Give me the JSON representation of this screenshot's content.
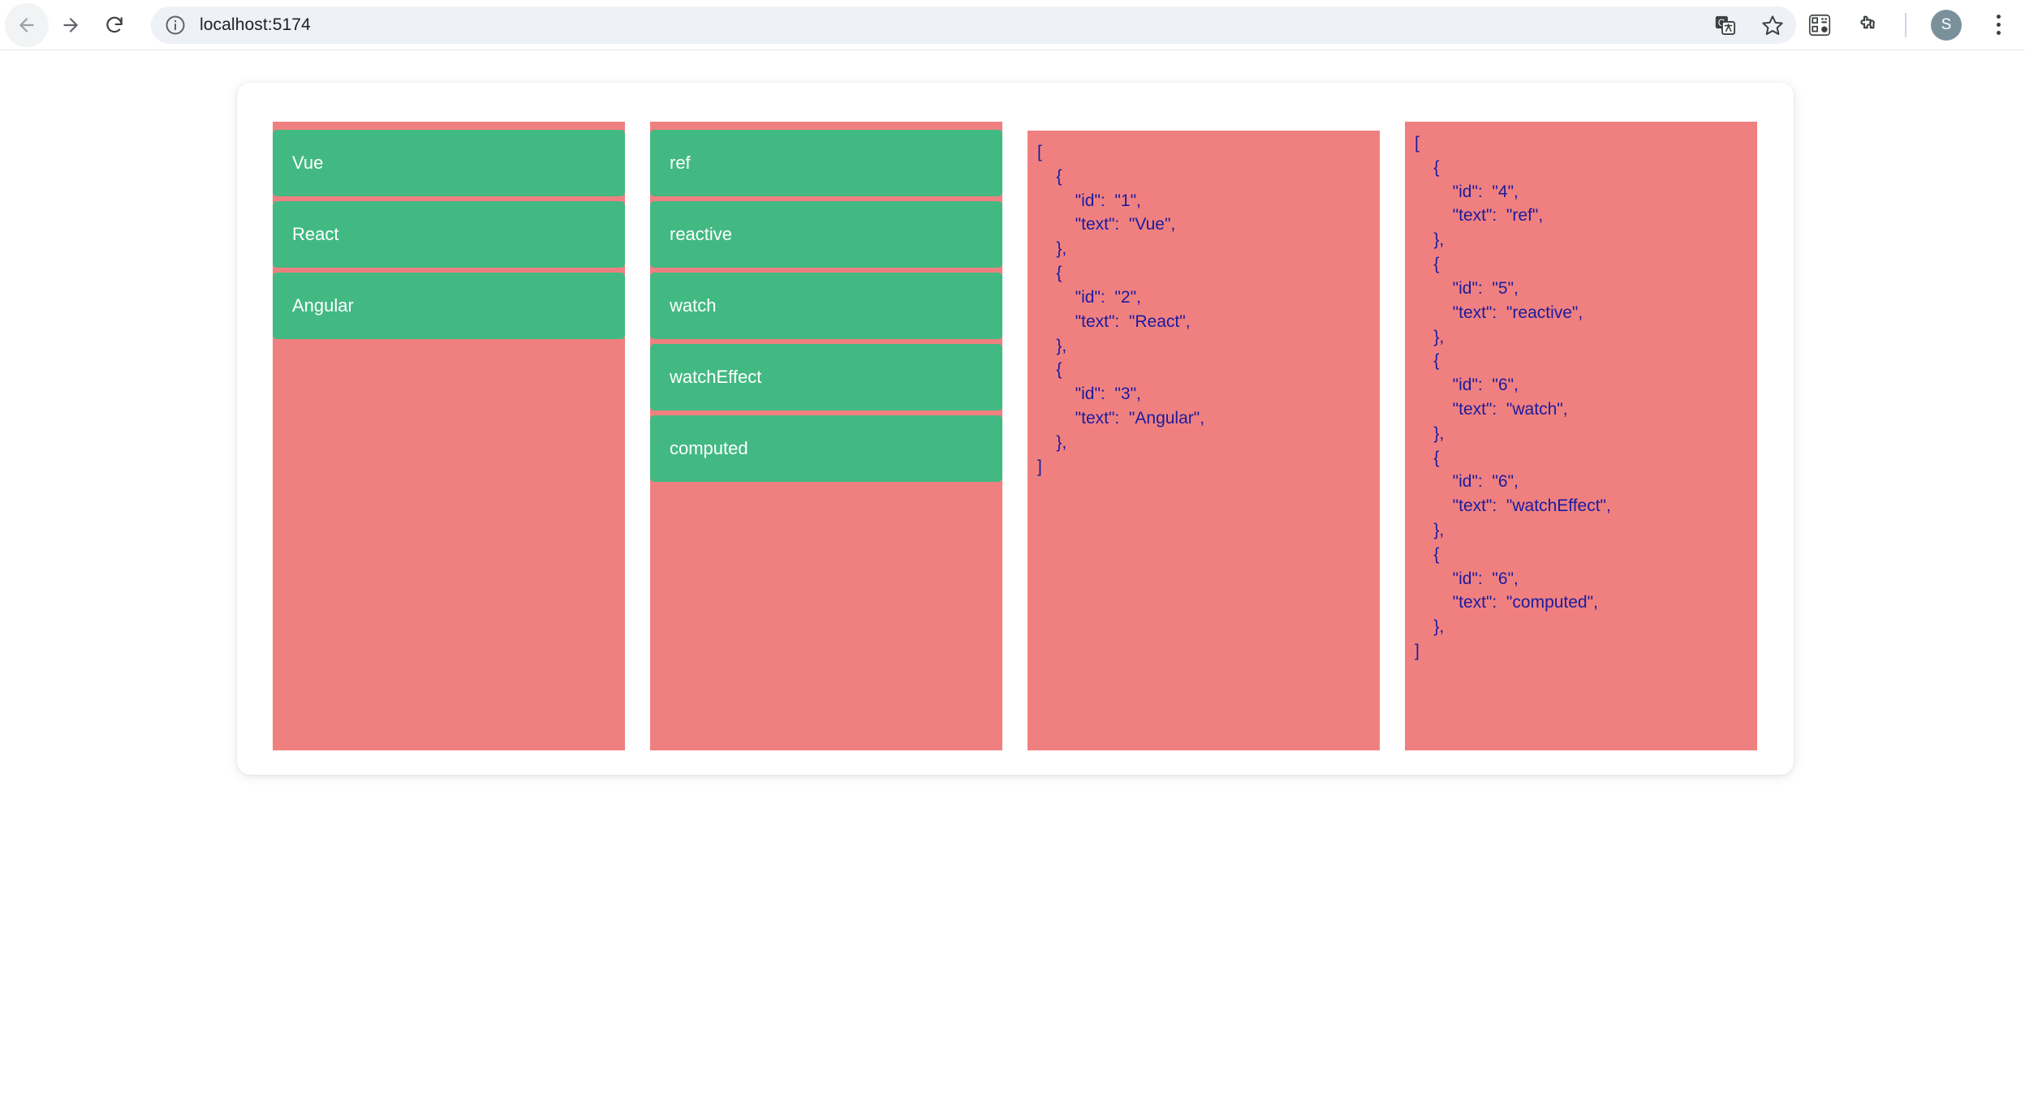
{
  "browser": {
    "url": "localhost:5174",
    "back_label": "Back",
    "forward_label": "Forward",
    "reload_label": "Reload",
    "avatar_initial": "S",
    "icons": {
      "info": "site-info-icon",
      "translate": "translate-icon",
      "bookmark": "star-bookmark-icon",
      "qr": "qr-code-icon",
      "extensions": "extensions-puzzle-icon",
      "menu": "kebab-menu-icon"
    }
  },
  "theme": {
    "panel_bg": "#f08080",
    "item_bg": "#42b983",
    "item_text": "#ffffff",
    "json_text": "#1b1b9e",
    "card_bg": "#ffffff"
  },
  "board": {
    "columns": [
      {
        "name": "frameworks-list",
        "type": "items",
        "items": [
          {
            "id": "1",
            "text": "Vue"
          },
          {
            "id": "2",
            "text": "React"
          },
          {
            "id": "3",
            "text": "Angular"
          }
        ]
      },
      {
        "name": "apis-list",
        "type": "items",
        "items": [
          {
            "id": "4",
            "text": "ref"
          },
          {
            "id": "5",
            "text": "reactive"
          },
          {
            "id": "6",
            "text": "watch"
          },
          {
            "id": "6",
            "text": "watchEffect"
          },
          {
            "id": "6",
            "text": "computed"
          }
        ]
      },
      {
        "name": "frameworks-json",
        "type": "json",
        "text": "[\n    {\n        \"id\":  \"1\",\n        \"text\":  \"Vue\",\n    },\n    {\n        \"id\":  \"2\",\n        \"text\":  \"React\",\n    },\n    {\n        \"id\":  \"3\",\n        \"text\":  \"Angular\",\n    },\n]"
      },
      {
        "name": "apis-json",
        "type": "json",
        "text": "[\n    {\n        \"id\":  \"4\",\n        \"text\":  \"ref\",\n    },\n    {\n        \"id\":  \"5\",\n        \"text\":  \"reactive\",\n    },\n    {\n        \"id\":  \"6\",\n        \"text\":  \"watch\",\n    },\n    {\n        \"id\":  \"6\",\n        \"text\":  \"watchEffect\",\n    },\n    {\n        \"id\":  \"6\",\n        \"text\":  \"computed\",\n    },\n]"
      }
    ]
  }
}
